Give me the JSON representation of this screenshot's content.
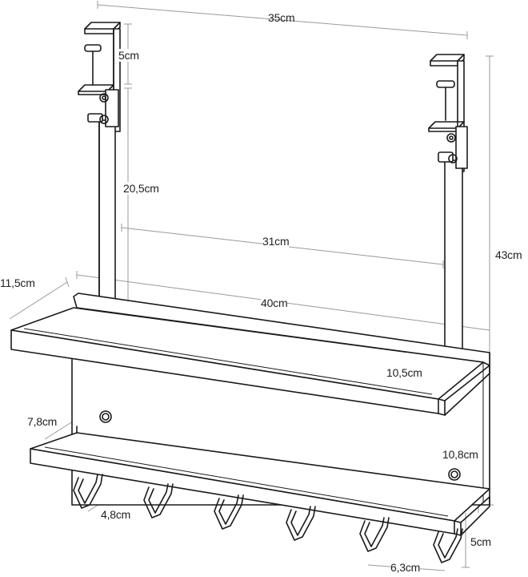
{
  "dimensions": {
    "top_width": "35cm",
    "clamp_height": "5cm",
    "bar_length": "20,5cm",
    "bar_spacing": "31cm",
    "total_height": "43cm",
    "depth": "11,5cm",
    "shelf_width": "40cm",
    "upper_shelf_depth": "10,5cm",
    "lower_shelf_depth": "7,8cm",
    "shelf_spacing": "10,8cm",
    "hook_width": "4,8cm",
    "hook_height": "5cm",
    "hook_spacing": "6,3cm"
  }
}
